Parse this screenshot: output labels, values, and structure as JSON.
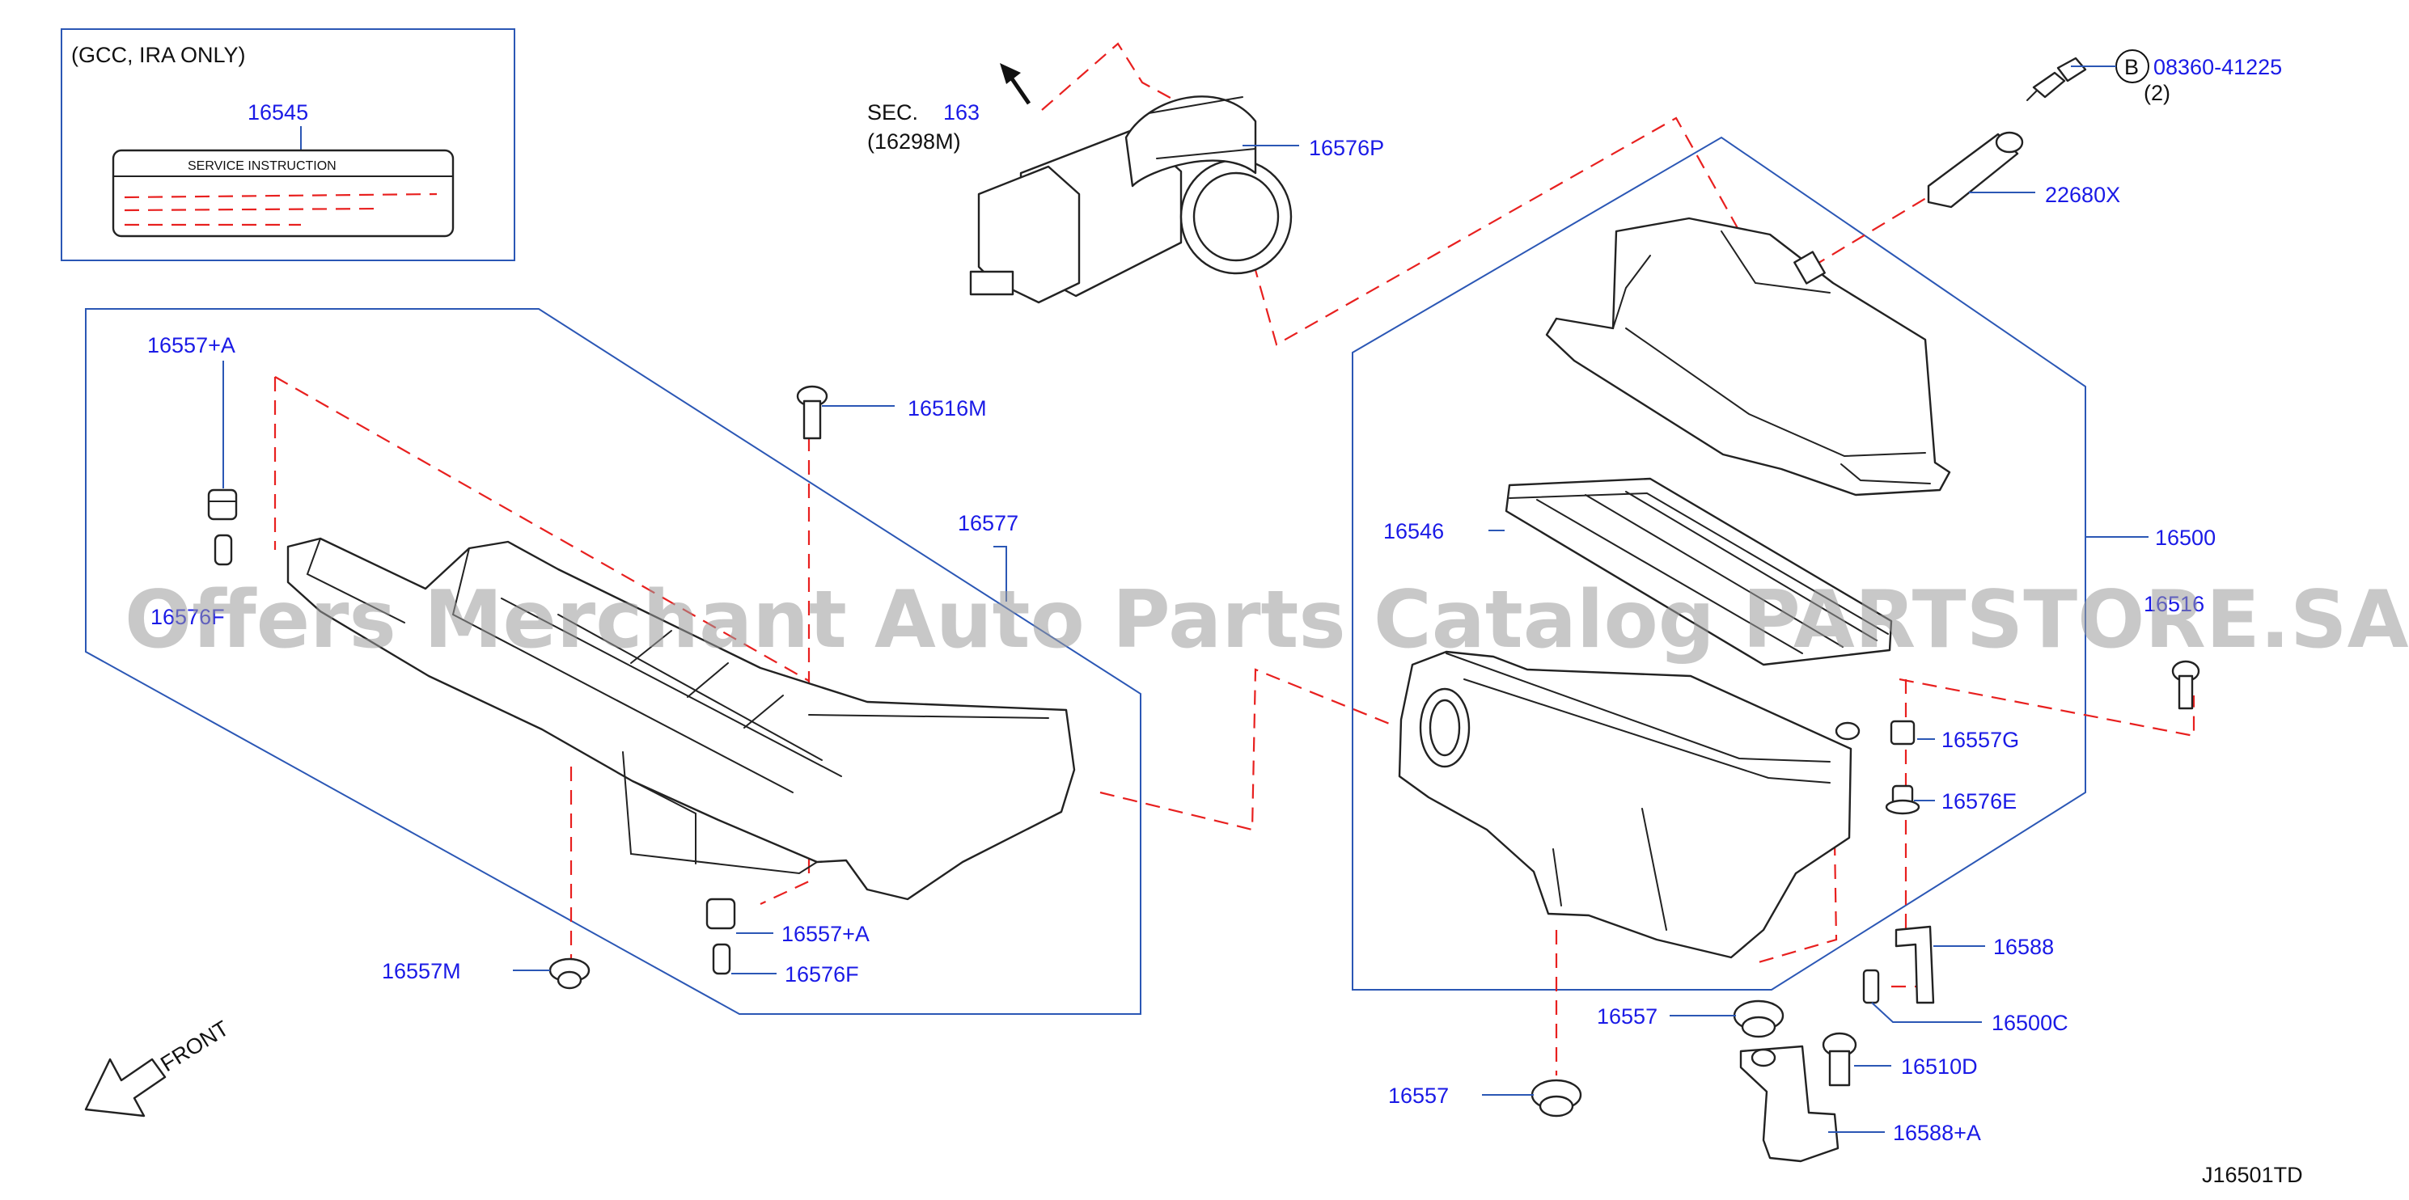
{
  "region_note": {
    "title": "(GCC,   IRA   ONLY)",
    "part_no": "16545",
    "label_caption": "SERVICE   INSTRUCTION"
  },
  "section_ref": {
    "prefix": "SEC.",
    "number": "163",
    "sub": "(16298M)"
  },
  "bolt_ref": {
    "circle_letter": "B",
    "part_no": "08360-41225",
    "qty": "(2)"
  },
  "parts": {
    "p16576P": "16576P",
    "p22680X": "22680X",
    "p16557A_top": "16557+A",
    "p16516M": "16516M",
    "p16577": "16577",
    "p16576F_left": "16576F",
    "p16546": "16546",
    "p16500": "16500",
    "p16516": "16516",
    "p16557G": "16557G",
    "p16576E": "16576E",
    "p16588": "16588",
    "p16500C": "16500C",
    "p16510D": "16510D",
    "p16588A": "16588+A",
    "p16557_mid": "16557",
    "p16557_bottom": "16557",
    "p16557A_bottom": "16557+A",
    "p16576F_bottom": "16576F",
    "p16557M": "16557M"
  },
  "front_label": "FRONT",
  "diagram_code": "J16501TD",
  "watermark": "Offers Merchant Auto Parts Catalog PARTSTORE.SA"
}
